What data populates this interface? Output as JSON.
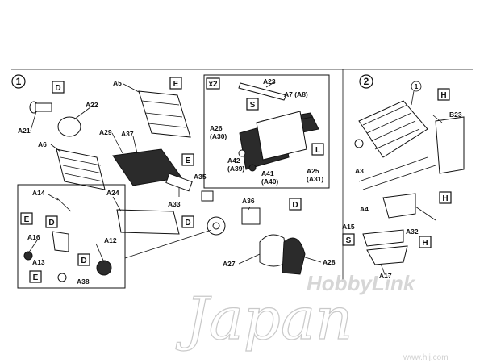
{
  "steps": {
    "one": "1",
    "two": "2"
  },
  "box_labels": {
    "D": "D",
    "E": "E",
    "S": "S",
    "L": "L",
    "H": "H",
    "x2": "x2"
  },
  "parts": {
    "A21": "A21",
    "A22": "A22",
    "A6": "A6",
    "A5": "A5",
    "A29": "A29",
    "A37": "A37",
    "A23": "A23",
    "A7": "A7 (A8)",
    "A26": "A26",
    "A26b": "(A30)",
    "A42": "A42",
    "A42b": "(A39)",
    "A41": "A41",
    "A41b": "(A40)",
    "A25": "A25",
    "A25b": "(A31)",
    "A35": "A35",
    "A33": "A33",
    "A24": "A24",
    "A36": "A36",
    "A14": "A14",
    "A16": "A16",
    "A13": "A13",
    "A12": "A12",
    "A38": "A38",
    "A27": "A27",
    "A28": "A28",
    "B23": "B23",
    "A3": "A3",
    "A4": "A4",
    "A15": "A15",
    "A32": "A32",
    "A17": "A17",
    "one_small": "1"
  },
  "watermark": {
    "line1": "HobbyLink",
    "line2": "Japan",
    "url": "www.hlj.com"
  }
}
